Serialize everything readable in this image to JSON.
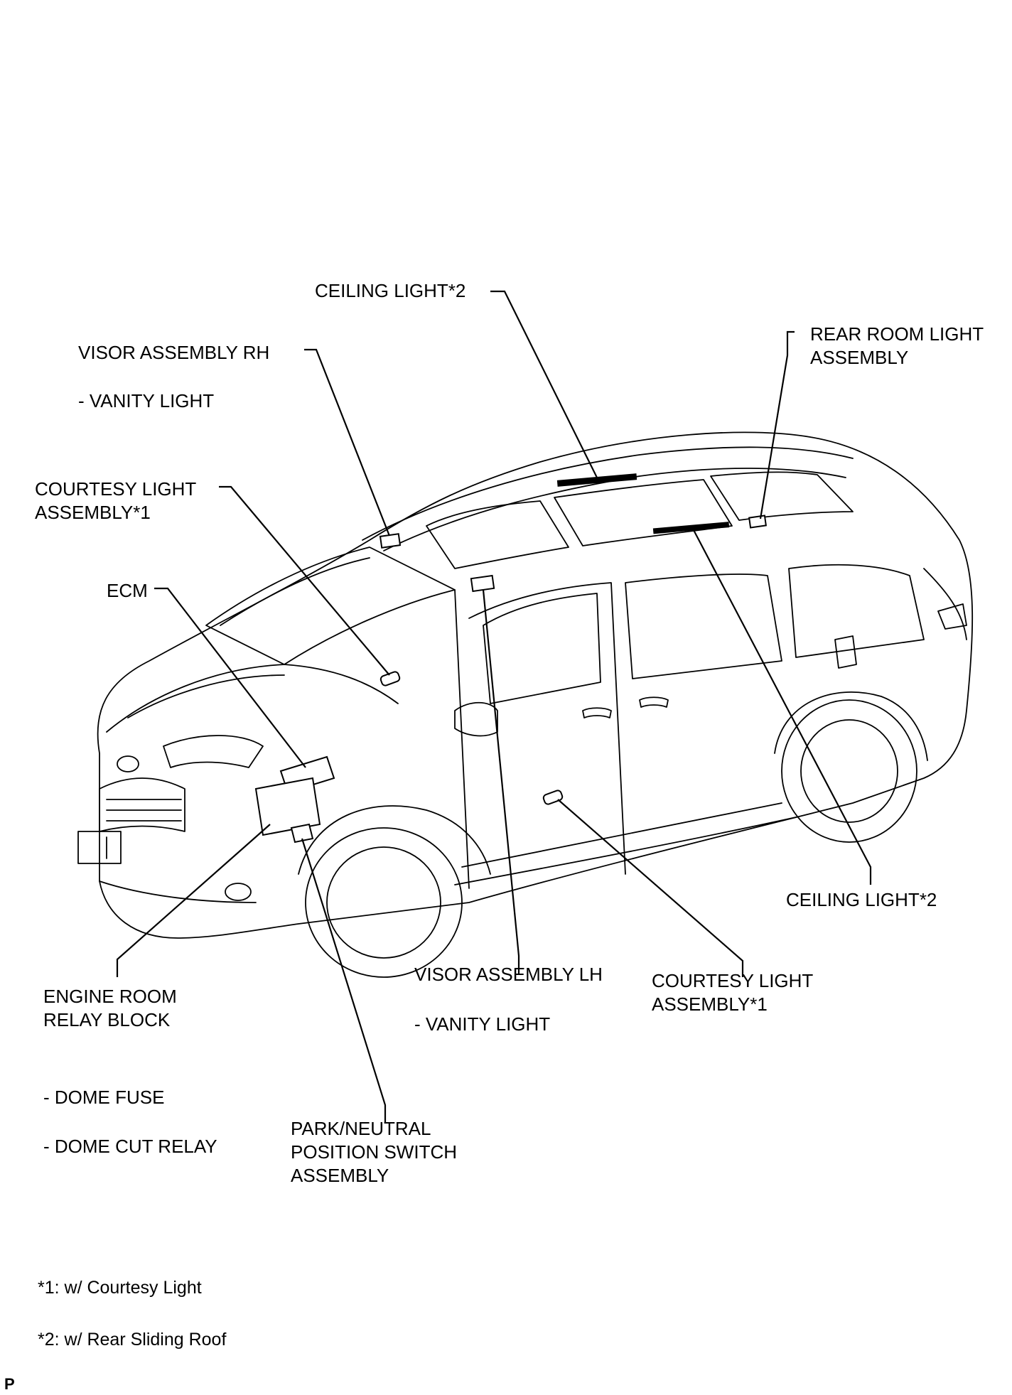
{
  "labels": {
    "ceiling_light_top": "CEILING LIGHT*2",
    "visor_rh": "VISOR ASSEMBLY RH",
    "visor_rh_sub": "- VANITY LIGHT",
    "rear_room_light_1": "REAR ROOM LIGHT",
    "rear_room_light_2": "ASSEMBLY",
    "courtesy_left_1": "COURTESY LIGHT",
    "courtesy_left_2": "ASSEMBLY*1",
    "ecm": "ECM",
    "ceiling_light_right": "CEILING LIGHT*2",
    "engine_room_1": "ENGINE ROOM",
    "engine_room_2": "RELAY BLOCK",
    "engine_room_sub1": "- DOME FUSE",
    "engine_room_sub2": "- DOME CUT RELAY",
    "visor_lh": "VISOR ASSEMBLY LH",
    "visor_lh_sub": "- VANITY LIGHT",
    "courtesy_right_1": "COURTESY LIGHT",
    "courtesy_right_2": "ASSEMBLY*1",
    "park_neutral_1": "PARK/NEUTRAL",
    "park_neutral_2": "POSITION SWITCH",
    "park_neutral_3": "ASSEMBLY"
  },
  "footnotes": {
    "note1": "*1: w/ Courtesy Light",
    "note2": "*2: w/ Rear Sliding Roof"
  },
  "corner_code": "P"
}
